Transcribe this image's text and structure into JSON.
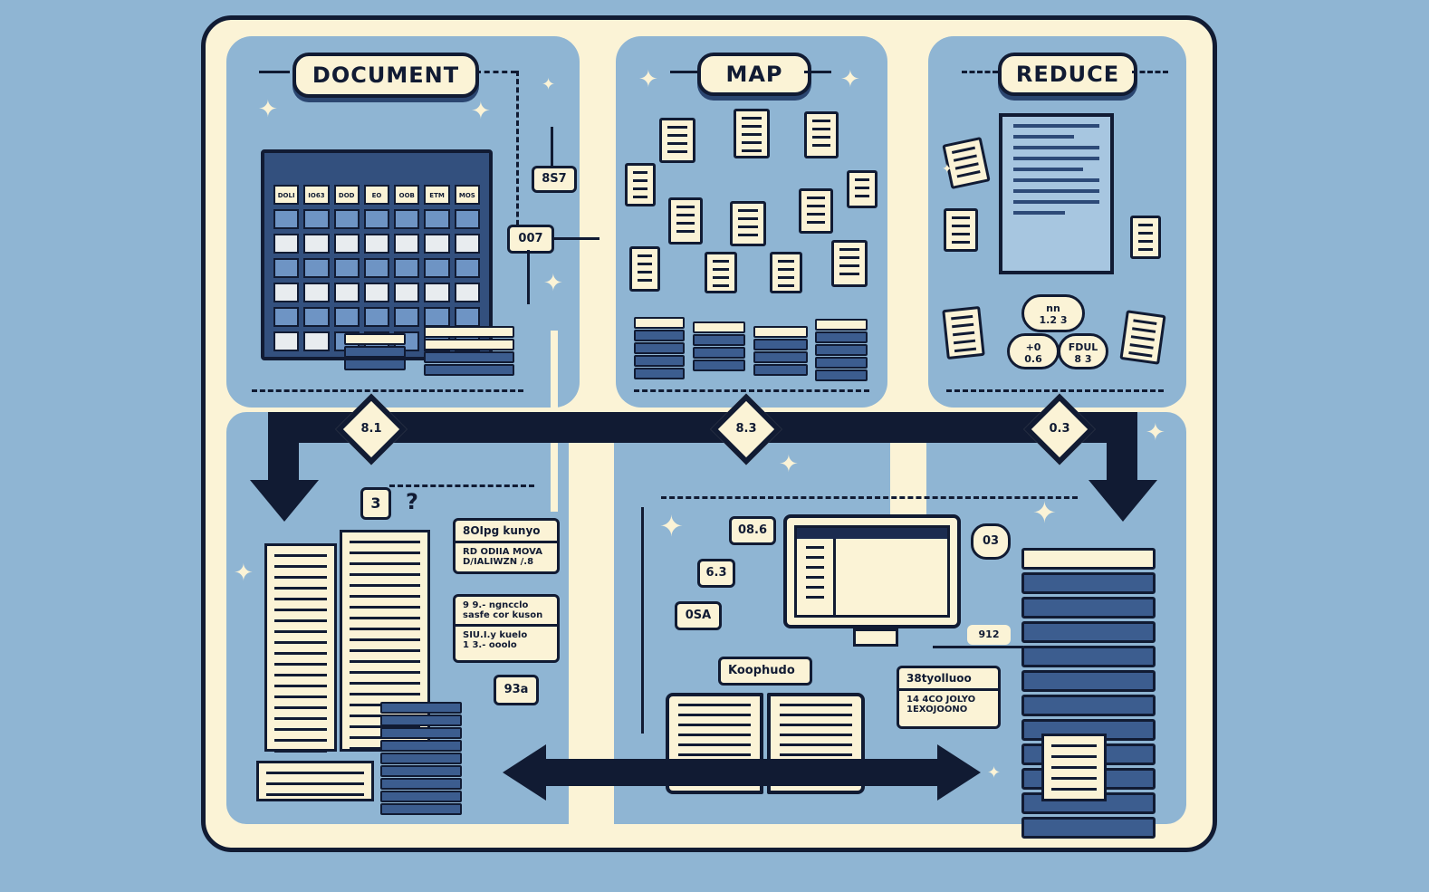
{
  "diagram": {
    "type": "map-reduce process illustration",
    "colors": {
      "background": "#8fb5d3",
      "frame": "#fbf3d6",
      "ink": "#111b33",
      "accent_blue": "#3c5d8f"
    },
    "sections": [
      {
        "id": "document",
        "title": "DOCUMENT"
      },
      {
        "id": "map",
        "title": "MAP"
      },
      {
        "id": "reduce",
        "title": "REDUCE"
      }
    ],
    "cabinet_headers": [
      "DOLI",
      "IO63",
      "DOD",
      "EO",
      "OOB",
      "ETM",
      "MOS"
    ],
    "top_callouts": {
      "a": "8S7",
      "b": "007"
    },
    "flow_diamonds": [
      {
        "id": "d1",
        "label": "8.1"
      },
      {
        "id": "d2",
        "label": "8.3"
      },
      {
        "id": "d3",
        "label": "0.3"
      }
    ],
    "clouds": [
      {
        "line1": "nn",
        "line2": "1.2 3"
      },
      {
        "line1": "+0",
        "line2": "0.6"
      },
      {
        "line1": "FDUL",
        "line2": "8 3"
      }
    ],
    "bottom_left": {
      "badge": "3",
      "question": "?",
      "box1": {
        "row1": "8OIpg kunyo",
        "row2": "RD ODIIA MOVA",
        "row3": "D/IALIWZN /.8"
      },
      "box2": {
        "row1": "9 9.- ngncclo",
        "row2": "sasfe cor kuson",
        "row3": "SIU.I.y kuelo",
        "row4": "1 3.- ooolo"
      },
      "box3": "93a"
    },
    "bottom_middle": {
      "callout1": "08.6",
      "callout2": "6.3",
      "callout3": "0SA",
      "label": "Koophudo"
    },
    "bottom_right": {
      "circle": "03",
      "tag": "912",
      "box": {
        "row1": "38tyolluoo",
        "row2": "14 4CO JOLYO",
        "row3": "1EXOJOONO"
      }
    }
  }
}
